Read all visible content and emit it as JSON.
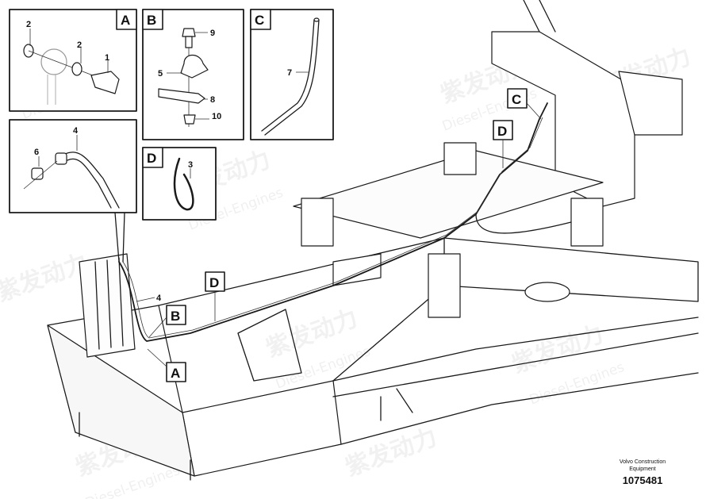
{
  "watermark": {
    "cn": "紫发动力",
    "en": "Diesel-Engines"
  },
  "panels": {
    "A": {
      "label": "A",
      "callouts": [
        "2",
        "2",
        "1"
      ]
    },
    "B": {
      "label": "B",
      "callouts": [
        "9",
        "5",
        "8",
        "10"
      ]
    },
    "C": {
      "label": "C",
      "callouts": [
        "7"
      ]
    },
    "D": {
      "label": "D",
      "callouts": [
        "3"
      ]
    },
    "detail": {
      "callouts": [
        "4",
        "6"
      ]
    }
  },
  "main": {
    "labels": [
      "C",
      "D",
      "D",
      "B",
      "A"
    ],
    "hose_callout": "4"
  },
  "footer": {
    "company_line1": "Volvo Construction",
    "company_line2": "Equipment",
    "part_number": "1075481"
  }
}
